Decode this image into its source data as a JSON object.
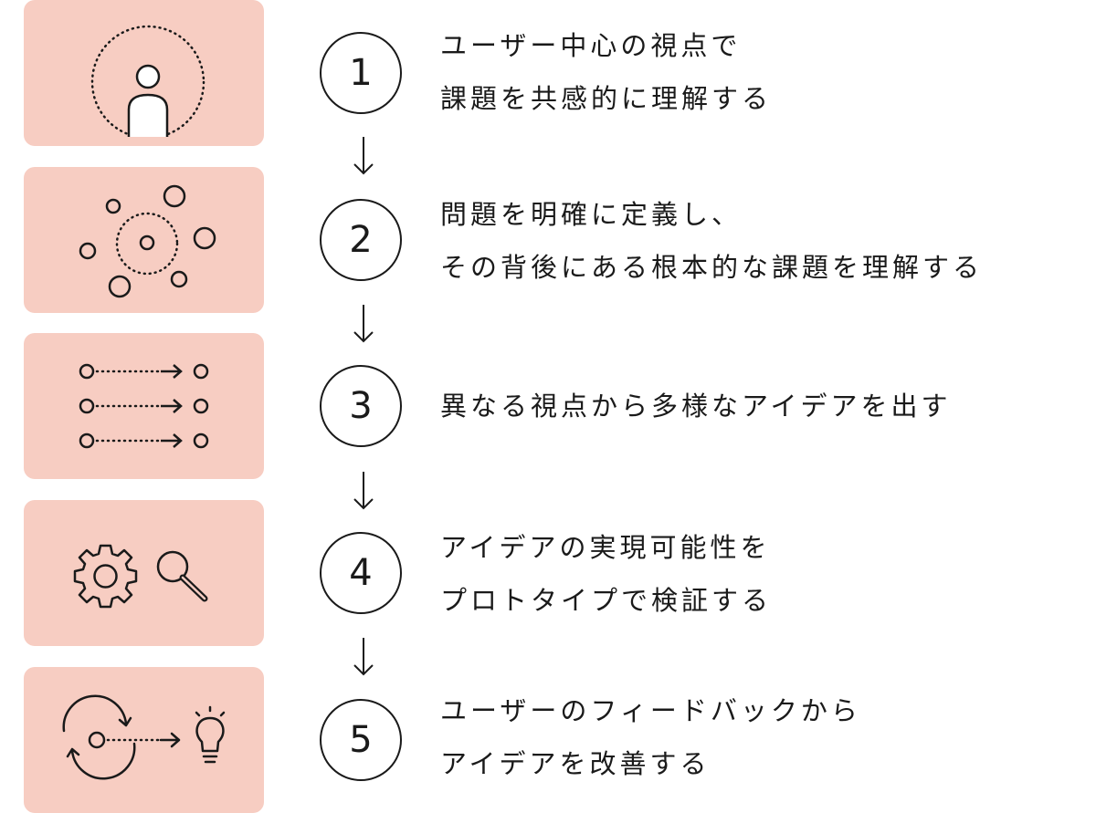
{
  "colors": {
    "box_bg": "#f7cdc2",
    "stroke": "#1a1a1a",
    "background": "#ffffff"
  },
  "steps": [
    {
      "number": "1",
      "lines": [
        "ユーザー中心の視点で",
        "課題を共感的に理解する"
      ],
      "icon": "user-focus-icon"
    },
    {
      "number": "2",
      "lines": [
        "問題を明確に定義し、",
        "その背後にある根本的な課題を理解する"
      ],
      "icon": "network-nodes-icon"
    },
    {
      "number": "3",
      "lines": [
        "異なる視点から多様なアイデアを出す"
      ],
      "icon": "parallel-flows-icon"
    },
    {
      "number": "4",
      "lines": [
        "アイデアの実現可能性を",
        "プロトタイプで検証する"
      ],
      "icon": "gear-and-magnifier-icon"
    },
    {
      "number": "5",
      "lines": [
        "ユーザーのフィードバックから",
        "アイデアを改善する"
      ],
      "icon": "cycle-to-lightbulb-icon"
    }
  ]
}
